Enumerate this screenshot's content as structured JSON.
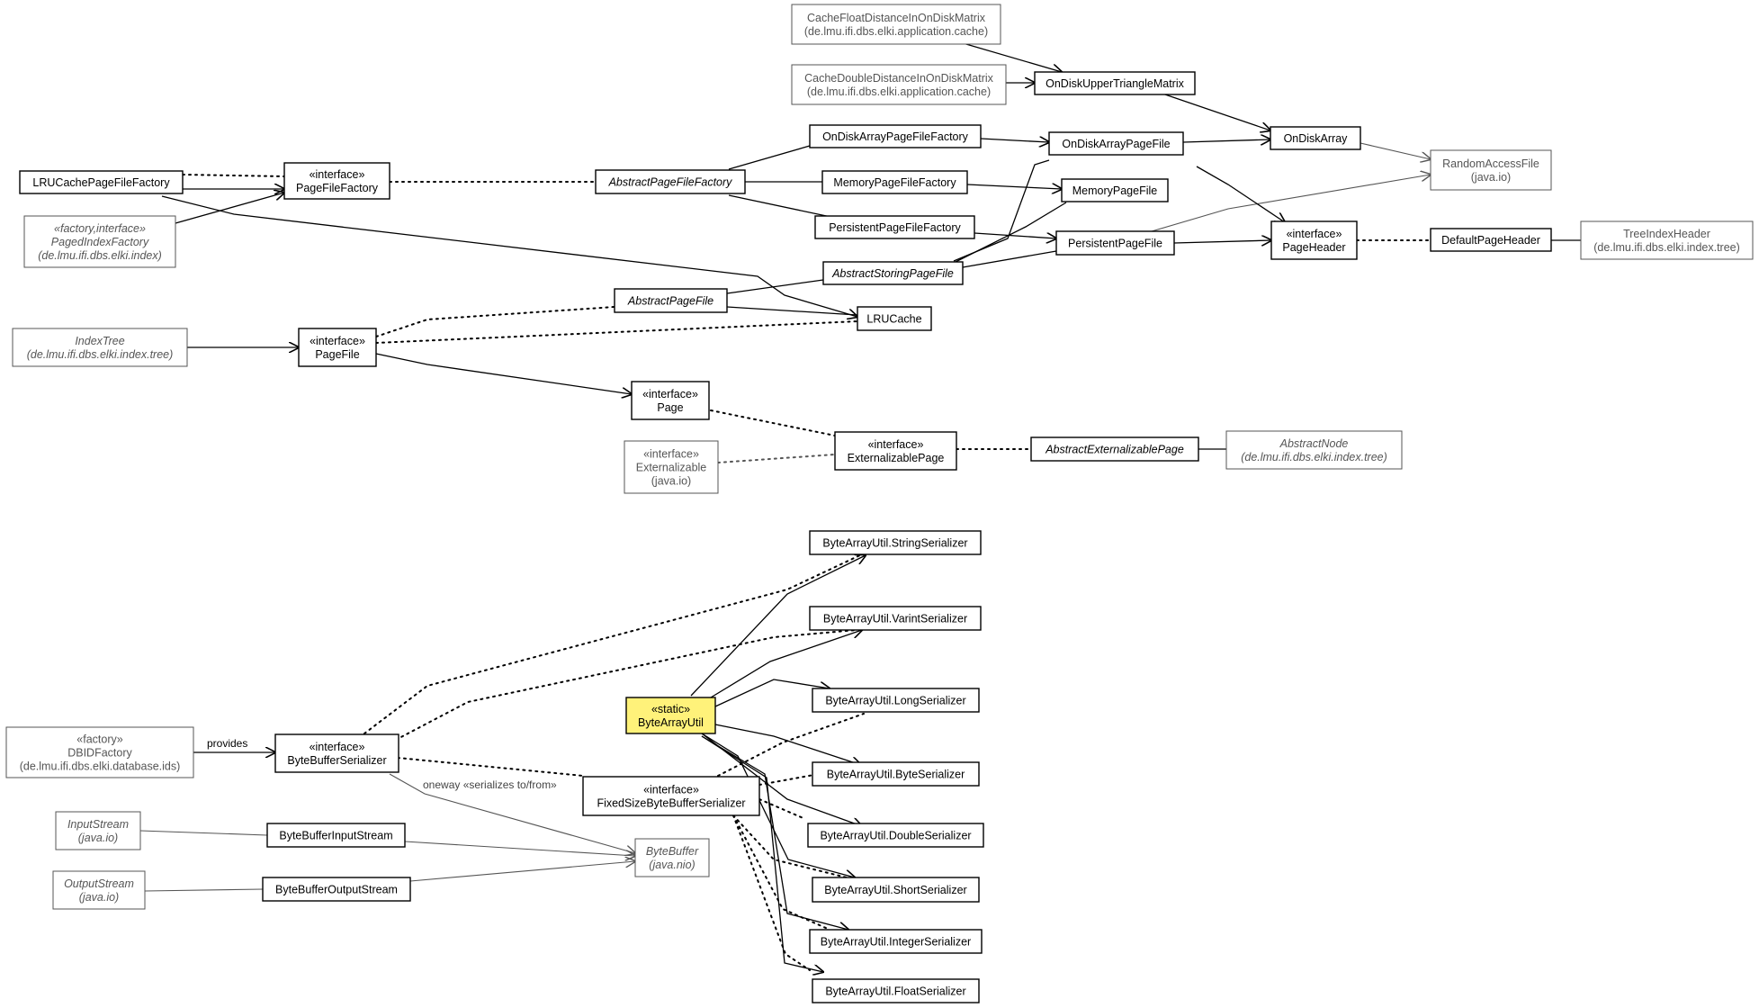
{
  "nodes": {
    "cache_float": {
      "lines": [
        "CacheFloatDistanceInOnDiskMatrix",
        "(de.lmu.ifi.dbs.elki.application.cache)"
      ]
    },
    "cache_double": {
      "lines": [
        "CacheDoubleDistanceInOnDiskMatrix",
        "(de.lmu.ifi.dbs.elki.application.cache)"
      ]
    },
    "on_disk_upper": {
      "lines": [
        "OnDiskUpperTriangleMatrix"
      ]
    },
    "on_disk_array": {
      "lines": [
        "OnDiskArray"
      ]
    },
    "random_access_file": {
      "lines": [
        "RandomAccessFile",
        "(java.io)"
      ]
    },
    "on_disk_array_page_file_factory": {
      "lines": [
        "OnDiskArrayPageFileFactory"
      ]
    },
    "on_disk_array_page_file": {
      "lines": [
        "OnDiskArrayPageFile"
      ]
    },
    "lru_cache_page_file_factory": {
      "lines": [
        "LRUCachePageFileFactory"
      ]
    },
    "page_file_factory": {
      "lines": [
        "«interface»",
        "PageFileFactory"
      ]
    },
    "abstract_page_file_factory": {
      "lines": [
        "AbstractPageFileFactory"
      ]
    },
    "memory_page_file_factory": {
      "lines": [
        "MemoryPageFileFactory"
      ]
    },
    "memory_page_file": {
      "lines": [
        "MemoryPageFile"
      ]
    },
    "paged_index_factory": {
      "lines": [
        "«factory,interface»",
        "PagedIndexFactory",
        "(de.lmu.ifi.dbs.elki.index)"
      ]
    },
    "persistent_page_file_factory": {
      "lines": [
        "PersistentPageFileFactory"
      ]
    },
    "persistent_page_file": {
      "lines": [
        "PersistentPageFile"
      ]
    },
    "page_header": {
      "lines": [
        "«interface»",
        "PageHeader"
      ]
    },
    "default_page_header": {
      "lines": [
        "DefaultPageHeader"
      ]
    },
    "tree_index_header": {
      "lines": [
        "TreeIndexHeader",
        "(de.lmu.ifi.dbs.elki.index.tree)"
      ]
    },
    "abstract_storing_page_file": {
      "lines": [
        "AbstractStoringPageFile"
      ]
    },
    "abstract_page_file": {
      "lines": [
        "AbstractPageFile"
      ]
    },
    "lru_cache": {
      "lines": [
        "LRUCache"
      ]
    },
    "index_tree": {
      "lines": [
        "IndexTree",
        "(de.lmu.ifi.dbs.elki.index.tree)"
      ]
    },
    "page_file": {
      "lines": [
        "«interface»",
        "PageFile"
      ]
    },
    "page": {
      "lines": [
        "«interface»",
        "Page"
      ]
    },
    "externalizable": {
      "lines": [
        "«interface»",
        "Externalizable",
        "(java.io)"
      ]
    },
    "externalizable_page": {
      "lines": [
        "«interface»",
        "ExternalizablePage"
      ]
    },
    "abstract_externalizable_page": {
      "lines": [
        "AbstractExternalizablePage"
      ]
    },
    "abstract_node": {
      "lines": [
        "AbstractNode",
        "(de.lmu.ifi.dbs.elki.index.tree)"
      ]
    },
    "string_serializer": {
      "lines": [
        "ByteArrayUtil.StringSerializer"
      ]
    },
    "varint_serializer": {
      "lines": [
        "ByteArrayUtil.VarintSerializer"
      ]
    },
    "long_serializer": {
      "lines": [
        "ByteArrayUtil.LongSerializer"
      ]
    },
    "byte_array_util": {
      "lines": [
        "«static»",
        "ByteArrayUtil"
      ]
    },
    "dbid_factory": {
      "lines": [
        "«factory»",
        "DBIDFactory",
        "(de.lmu.ifi.dbs.elki.database.ids)"
      ]
    },
    "byte_buffer_serializer": {
      "lines": [
        "«interface»",
        "ByteBufferSerializer"
      ]
    },
    "fixed_size_serializer": {
      "lines": [
        "«interface»",
        "FixedSizeByteBufferSerializer"
      ]
    },
    "byte_serializer": {
      "lines": [
        "ByteArrayUtil.ByteSerializer"
      ]
    },
    "double_serializer": {
      "lines": [
        "ByteArrayUtil.DoubleSerializer"
      ]
    },
    "input_stream": {
      "lines": [
        "InputStream",
        "(java.io)"
      ]
    },
    "byte_buffer_input_stream": {
      "lines": [
        "ByteBufferInputStream"
      ]
    },
    "byte_buffer": {
      "lines": [
        "ByteBuffer",
        "(java.nio)"
      ]
    },
    "output_stream": {
      "lines": [
        "OutputStream",
        "(java.io)"
      ]
    },
    "byte_buffer_output_stream": {
      "lines": [
        "ByteBufferOutputStream"
      ]
    },
    "short_serializer": {
      "lines": [
        "ByteArrayUtil.ShortSerializer"
      ]
    },
    "integer_serializer": {
      "lines": [
        "ByteArrayUtil.IntegerSerializer"
      ]
    },
    "float_serializer": {
      "lines": [
        "ByteArrayUtil.FloatSerializer"
      ]
    }
  },
  "edge_labels": {
    "provides": "provides",
    "serializes": "oneway «serializes to/from»"
  },
  "colors": {
    "highlight": "#fff27a",
    "external_stroke": "#555555",
    "line": "#000000"
  }
}
